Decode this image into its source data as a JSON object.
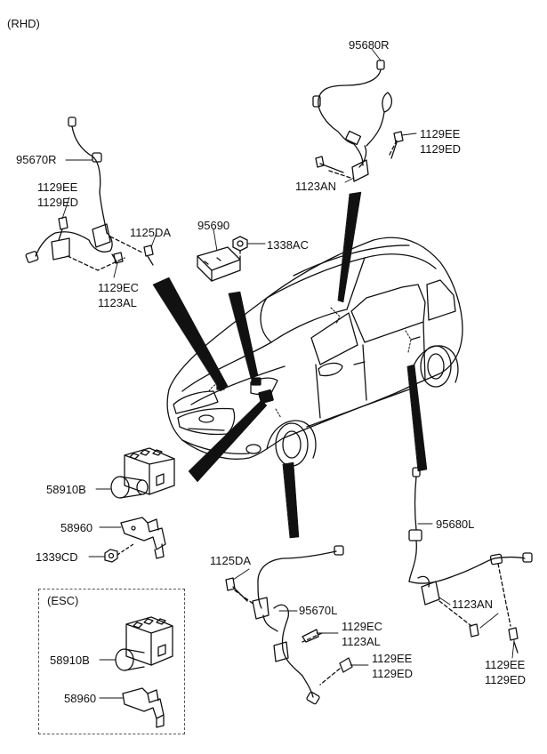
{
  "variant": "(RHD)",
  "esc_box_label": "(ESC)",
  "callouts": {
    "sensor_rear_right": "95680R",
    "bolt_rr_1": "1129EE",
    "bolt_rr_2": "1129ED",
    "bolt_rr_3": "1123AN",
    "sensor_front_right": "95670R",
    "bolt_fr_1": "1129EE",
    "bolt_fr_2": "1129ED",
    "bolt_fr_3": "1125DA",
    "bolt_fr_4": "1129EC",
    "bolt_fr_5": "1123AL",
    "yaw_sensor": "95690",
    "yaw_nut": "1338AC",
    "hecu": "58910B",
    "bracket": "58960",
    "bracket_nut": "1339CD",
    "esc_hecu": "58910B",
    "esc_bracket": "58960",
    "sensor_rear_left": "95680L",
    "bolt_rl_1": "1123AN",
    "bolt_rl_2": "1129EE",
    "bolt_rl_3": "1129ED",
    "sensor_front_left": "95670L",
    "bolt_fl_1": "1125DA",
    "bolt_fl_2": "1129EC",
    "bolt_fl_3": "1123AL",
    "bolt_fl_4": "1129EE",
    "bolt_fl_5": "1129ED"
  }
}
